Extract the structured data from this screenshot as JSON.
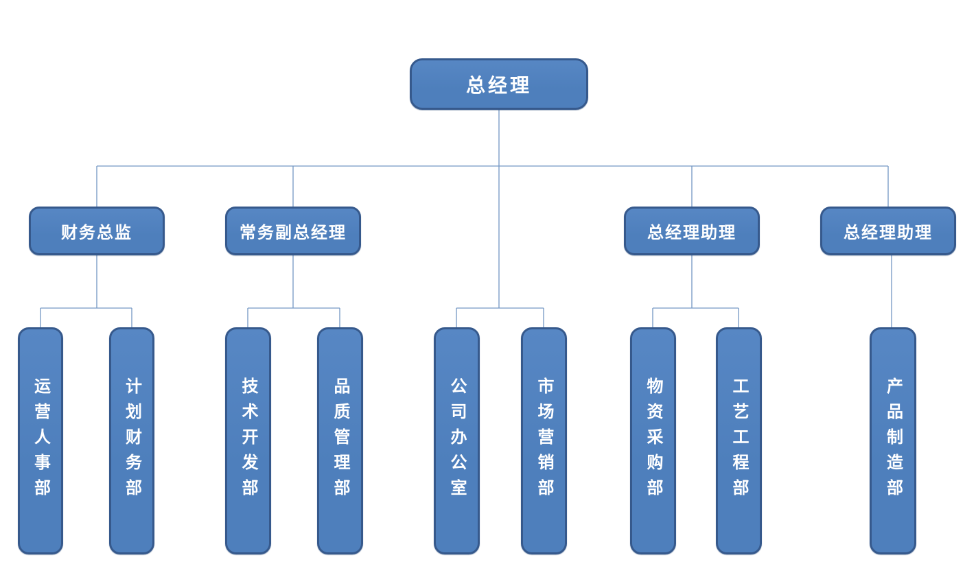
{
  "org_chart": {
    "type": "organization-chart",
    "root": {
      "label": "总经理"
    },
    "level2": [
      {
        "label": "财务总监"
      },
      {
        "label": "常务副总经理"
      },
      {
        "label": "总经理助理"
      },
      {
        "label": "总经理助理"
      }
    ],
    "departments": [
      {
        "label": "运营人事部",
        "reports_to": "财务总监"
      },
      {
        "label": "计划财务部",
        "reports_to": "财务总监"
      },
      {
        "label": "技术开发部",
        "reports_to": "常务副总经理"
      },
      {
        "label": "品质管理部",
        "reports_to": "常务副总经理"
      },
      {
        "label": "公司办公室",
        "reports_to": "总经理"
      },
      {
        "label": "市场营销部",
        "reports_to": "总经理"
      },
      {
        "label": "物资采购部",
        "reports_to": "总经理助理"
      },
      {
        "label": "工艺工程部",
        "reports_to": "总经理助理"
      },
      {
        "label": "产品制造部",
        "reports_to": "总经理助理"
      }
    ],
    "colors": {
      "node_fill": "#4e7fbc",
      "node_border": "#36598c",
      "connector": "#7396c4",
      "node_text": "#ffffff",
      "background": "#ffffff"
    }
  }
}
